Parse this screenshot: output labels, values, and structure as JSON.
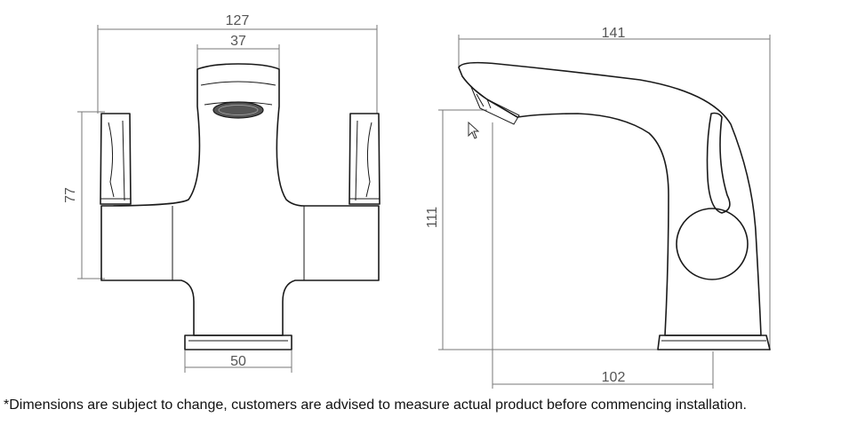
{
  "dimensions": {
    "front_overall_width": "127",
    "front_spout_width": "37",
    "front_handle_height": "77",
    "front_base_width": "50",
    "side_overall_length": "141",
    "side_spout_height": "111",
    "side_base_to_spout": "102"
  },
  "disclaimer": "*Dimensions are subject to change, customers are advised to measure actual product before commencing installation.",
  "colors": {
    "line": "#1a1a1a",
    "dimension": "#777777",
    "text": "#555555",
    "aerator": "#555555"
  },
  "icons": {
    "cursor": "mouse-cursor-icon"
  }
}
